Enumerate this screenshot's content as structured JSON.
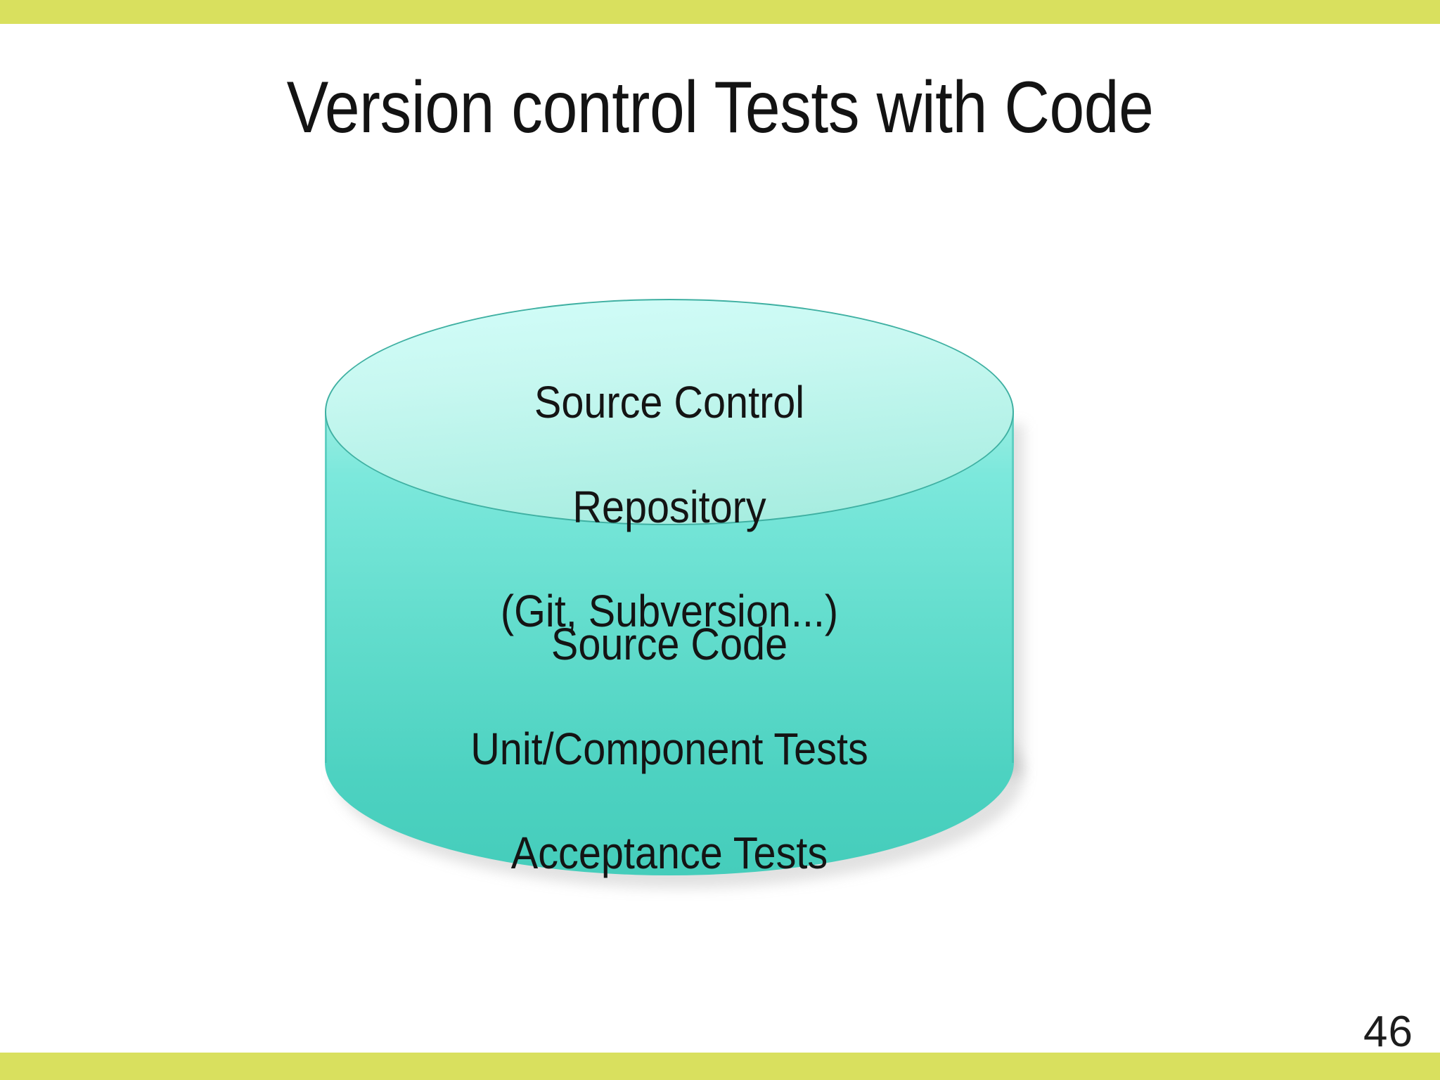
{
  "slide": {
    "title": "Version control Tests with Code",
    "page_number": "46",
    "background_color": "#ffffff",
    "accent_bar_color": "#d9e05e"
  },
  "diagram": {
    "type": "cylinder",
    "shape_name": "database-cylinder",
    "fill_top_color": "#c8f8f1",
    "fill_body_top_color": "#7ce8dc",
    "fill_body_bottom_color": "#4fd3c2",
    "outline_color": "#3fb0a2",
    "top_label": {
      "line1": "Source Control",
      "line2": "Repository",
      "line3": "(Git, Subversion...)"
    },
    "body_label": {
      "line1": "Source Code",
      "line2": "Unit/Component Tests",
      "line3": "Acceptance Tests"
    }
  }
}
